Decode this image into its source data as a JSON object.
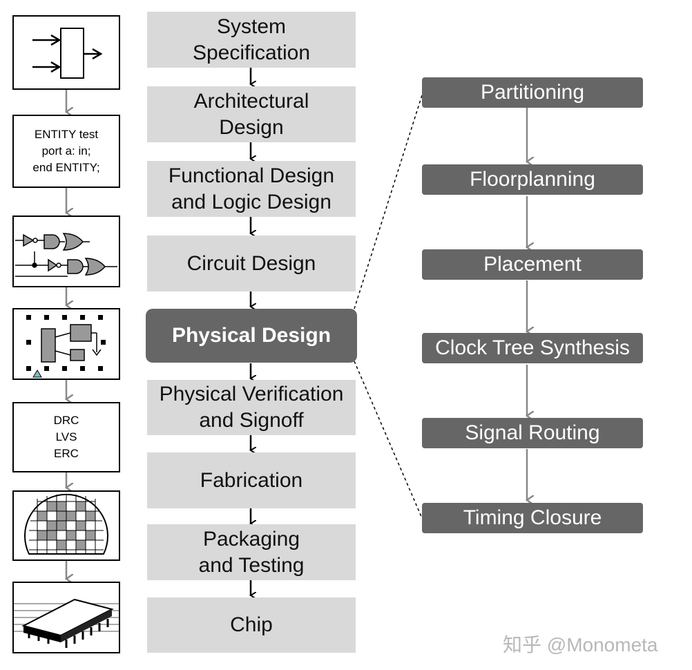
{
  "flow_stages": [
    {
      "label": "System\nSpecification"
    },
    {
      "label": "Architectural\nDesign"
    },
    {
      "label": "Functional Design\nand Logic Design"
    },
    {
      "label": "Circuit Design"
    },
    {
      "label": "Physical Design"
    },
    {
      "label": "Physical Verification\nand Signoff"
    },
    {
      "label": "Fabrication"
    },
    {
      "label": "Packaging\nand Testing"
    },
    {
      "label": "Chip"
    }
  ],
  "physical_design_steps": [
    {
      "label": "Partitioning"
    },
    {
      "label": "Floorplanning"
    },
    {
      "label": "Placement"
    },
    {
      "label": "Clock Tree Synthesis"
    },
    {
      "label": "Signal Routing"
    },
    {
      "label": "Timing Closure"
    }
  ],
  "thumbnails": {
    "hdl_code": "ENTITY test\nport a: in;\nend ENTITY;",
    "verification_checks": "DRC\nLVS\nERC"
  },
  "watermark": "知乎 @Monometa",
  "colors": {
    "stage_fill": "#d9d9d9",
    "highlight_fill": "#666666",
    "arrow_gray": "#888888"
  }
}
